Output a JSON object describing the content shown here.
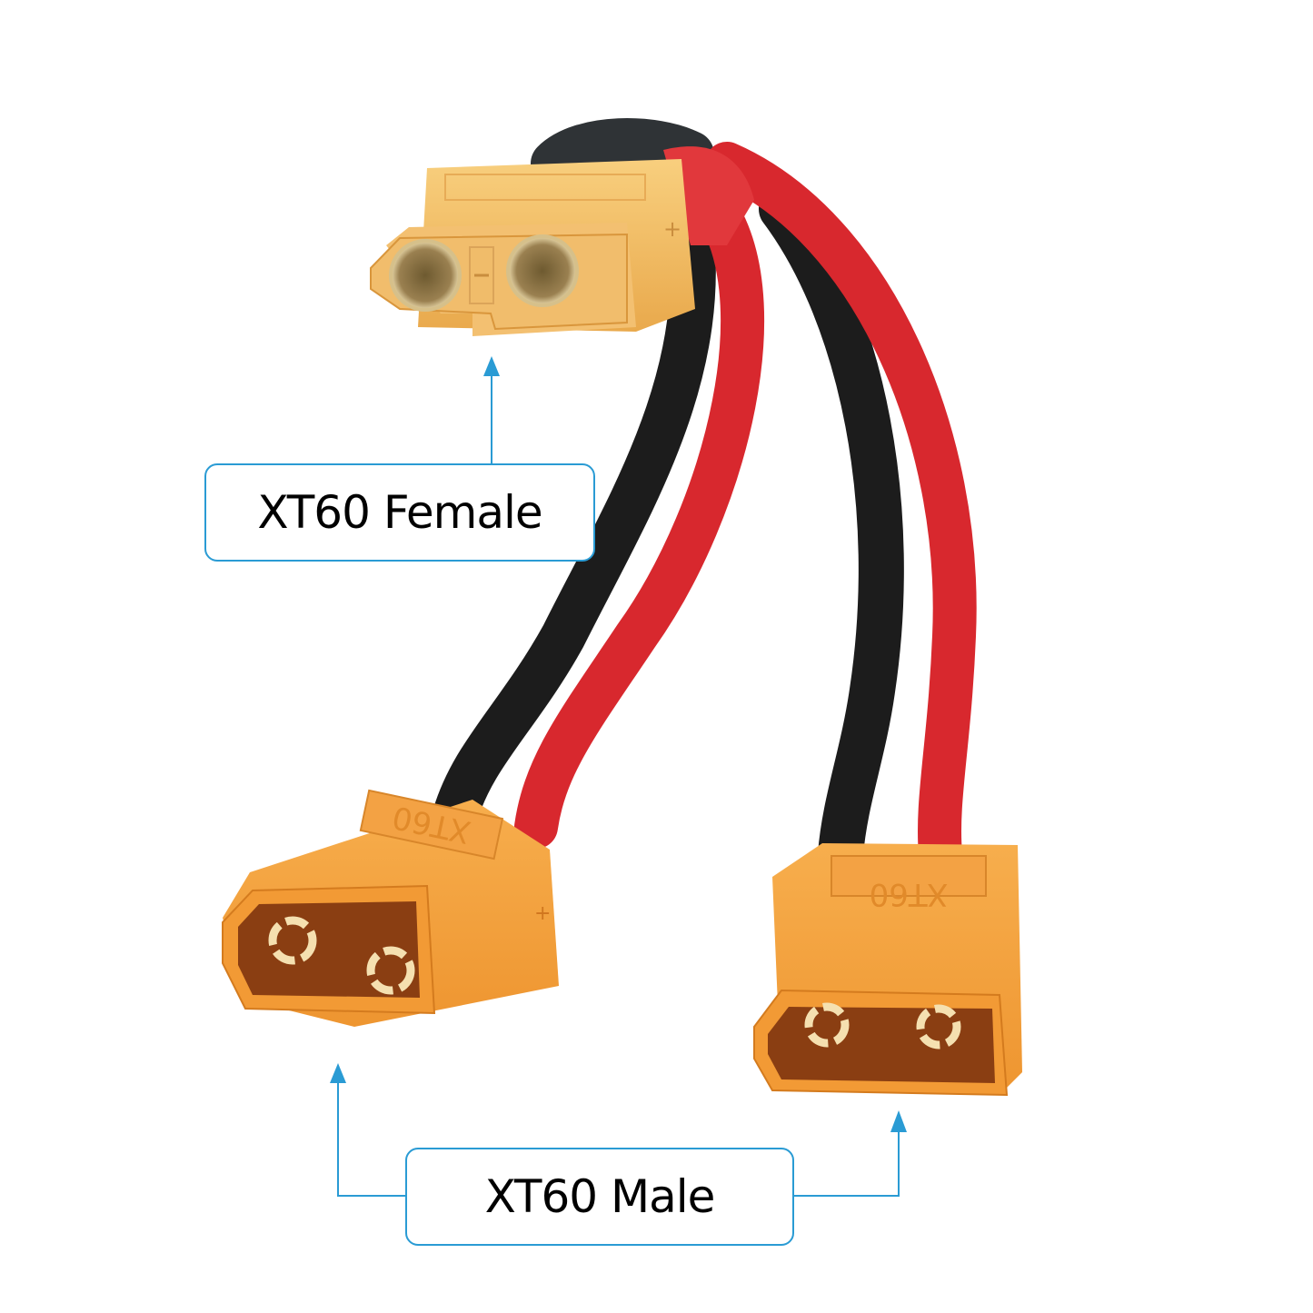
{
  "image": {
    "subject": "XT60 Y-splitter cable (one female to two male)",
    "background_color": "#ffffff"
  },
  "callouts": {
    "female": {
      "label": "XT60 Female"
    },
    "male": {
      "label": "XT60 Male"
    }
  },
  "connectors": {
    "female": {
      "markings": [
        "+",
        "-"
      ]
    },
    "male_left": {
      "embossed_text": "XT60",
      "markings": [
        "+"
      ]
    },
    "male_right": {
      "embossed_text": "XT60"
    }
  },
  "colors": {
    "callout_border": "#2a9bd4",
    "arrow": "#2a9bd4",
    "connector_female": "#f2b55a",
    "connector_male": "#f39a33",
    "wire_red": "#d8282e",
    "wire_black": "#1c1c1c"
  }
}
